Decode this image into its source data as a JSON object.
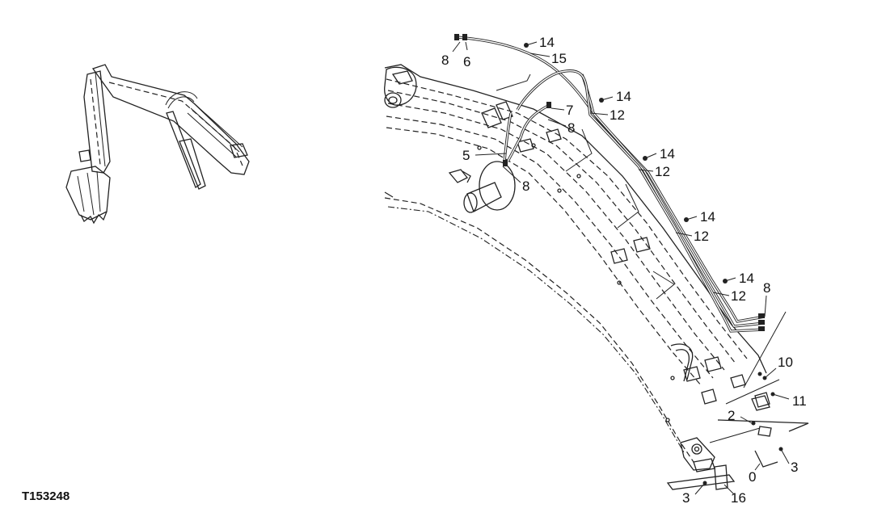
{
  "figure": {
    "id": "T153248",
    "colors": {
      "line": "#222222",
      "background": "#ffffff"
    }
  },
  "callouts": [
    {
      "key": "c14a",
      "text": "14"
    },
    {
      "key": "c8a",
      "text": "8"
    },
    {
      "key": "c6",
      "text": "6"
    },
    {
      "key": "c15",
      "text": "15"
    },
    {
      "key": "c14b",
      "text": "14"
    },
    {
      "key": "c7",
      "text": "7"
    },
    {
      "key": "c12a",
      "text": "12"
    },
    {
      "key": "c8b",
      "text": "8"
    },
    {
      "key": "c14c",
      "text": "14"
    },
    {
      "key": "c5",
      "text": "5"
    },
    {
      "key": "c12b",
      "text": "12"
    },
    {
      "key": "c8c",
      "text": "8"
    },
    {
      "key": "c14d",
      "text": "14"
    },
    {
      "key": "c12c",
      "text": "12"
    },
    {
      "key": "c14e",
      "text": "14"
    },
    {
      "key": "c8d",
      "text": "8"
    },
    {
      "key": "c12d",
      "text": "12"
    },
    {
      "key": "c10",
      "text": "10"
    },
    {
      "key": "c11",
      "text": "11"
    },
    {
      "key": "c2",
      "text": "2"
    },
    {
      "key": "c3a",
      "text": "3"
    },
    {
      "key": "c0",
      "text": "0"
    },
    {
      "key": "c3b",
      "text": "3"
    },
    {
      "key": "c16",
      "text": "16"
    }
  ]
}
